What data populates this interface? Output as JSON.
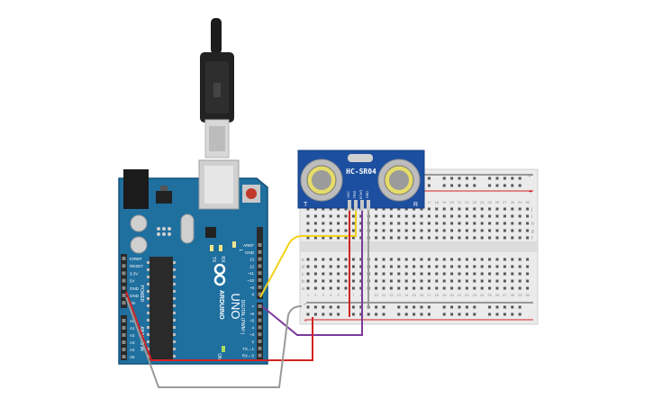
{
  "colors": {
    "board": "#1f6f9f",
    "board_dark": "#15507a",
    "breadboard": "#ebebeb",
    "sensor_board": "#1d4fa0",
    "wire_yellow": "#f2d21b",
    "wire_red": "#d42222",
    "wire_purple": "#7a3a9a",
    "wire_gray": "#9a9a9a",
    "rail_red": "#d42222",
    "rail_black": "#444444"
  },
  "arduino": {
    "brand": "ARDUINO",
    "model": "UNO",
    "on_label": "ON",
    "tx_label": "TX",
    "rx_label": "RX",
    "l_label": "L",
    "power_header_label": "POWER",
    "analog_header_label": "ANALOG IN",
    "digital_header_label": "DIGITAL (PWM~)",
    "power_pins": [
      "IOREF",
      "RESET",
      "3.3V",
      "5V",
      "GND",
      "GND",
      "Vin"
    ],
    "analog_pins": [
      "A0",
      "A1",
      "A2",
      "A3",
      "A4",
      "A5"
    ],
    "digital_top_pins": [
      "AREF",
      "GND",
      "13",
      "12",
      "~11",
      "~10",
      "~9",
      "8"
    ],
    "digital_bottom_pins": [
      "7",
      "~6",
      "~5",
      "4",
      "~3",
      "2",
      "TX→1",
      "RX←0"
    ]
  },
  "sensor": {
    "name": "HC-SR04",
    "pins": [
      "VCC",
      "TRIG",
      "ECHO",
      "GND"
    ],
    "left_mark": "T",
    "right_mark": "R"
  },
  "breadboard": {
    "rows_top": [
      "j",
      "i",
      "h",
      "g",
      "f"
    ],
    "rows_bottom": [
      "e",
      "d",
      "c",
      "b",
      "a"
    ],
    "columns": [
      "1",
      "2",
      "3",
      "4",
      "5",
      "6",
      "7",
      "8",
      "9",
      "10",
      "11",
      "12",
      "13",
      "14",
      "15",
      "16",
      "17",
      "18",
      "19",
      "20",
      "21",
      "22",
      "23",
      "24",
      "25",
      "26",
      "27",
      "28",
      "29",
      "30"
    ],
    "rail_plus": "+",
    "rail_minus": "-"
  }
}
